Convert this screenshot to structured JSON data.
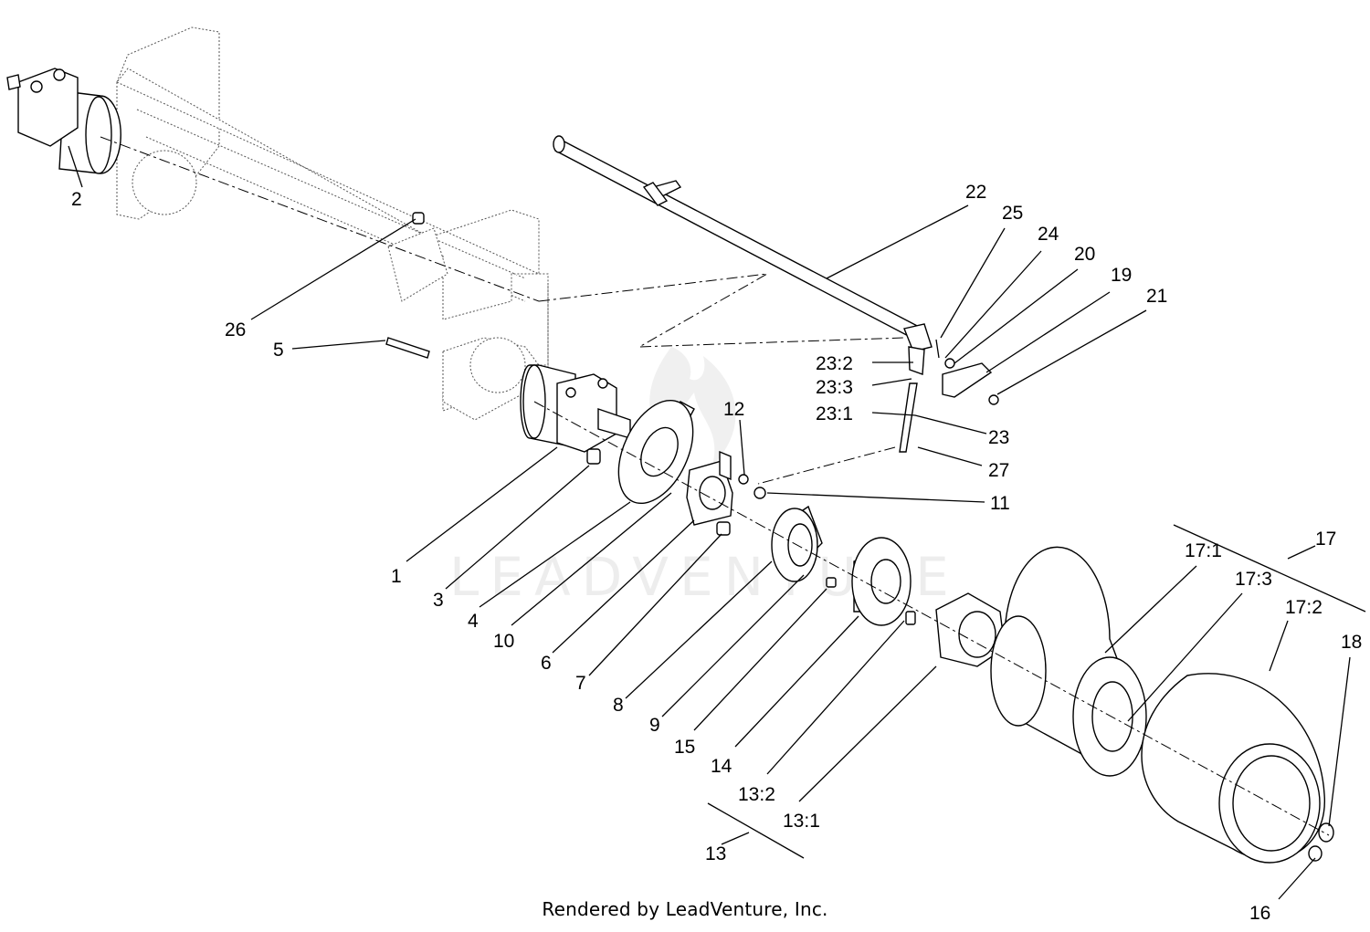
{
  "callouts": [
    {
      "id": "2",
      "label": "2"
    },
    {
      "id": "26",
      "label": "26"
    },
    {
      "id": "5",
      "label": "5"
    },
    {
      "id": "22",
      "label": "22"
    },
    {
      "id": "25",
      "label": "25"
    },
    {
      "id": "24",
      "label": "24"
    },
    {
      "id": "20",
      "label": "20"
    },
    {
      "id": "19",
      "label": "19"
    },
    {
      "id": "21",
      "label": "21"
    },
    {
      "id": "23-2",
      "label": "23:2"
    },
    {
      "id": "23-3",
      "label": "23:3"
    },
    {
      "id": "23-1",
      "label": "23:1"
    },
    {
      "id": "23",
      "label": "23"
    },
    {
      "id": "27",
      "label": "27"
    },
    {
      "id": "12",
      "label": "12"
    },
    {
      "id": "11",
      "label": "11"
    },
    {
      "id": "1",
      "label": "1"
    },
    {
      "id": "3",
      "label": "3"
    },
    {
      "id": "4",
      "label": "4"
    },
    {
      "id": "10",
      "label": "10"
    },
    {
      "id": "6",
      "label": "6"
    },
    {
      "id": "7",
      "label": "7"
    },
    {
      "id": "8",
      "label": "8"
    },
    {
      "id": "9",
      "label": "9"
    },
    {
      "id": "15",
      "label": "15"
    },
    {
      "id": "14",
      "label": "14"
    },
    {
      "id": "13-2",
      "label": "13:2"
    },
    {
      "id": "13-1",
      "label": "13:1"
    },
    {
      "id": "13",
      "label": "13"
    },
    {
      "id": "17",
      "label": "17"
    },
    {
      "id": "17-1",
      "label": "17:1"
    },
    {
      "id": "17-3",
      "label": "17:3"
    },
    {
      "id": "17-2",
      "label": "17:2"
    },
    {
      "id": "18",
      "label": "18"
    },
    {
      "id": "16",
      "label": "16"
    }
  ],
  "watermark": "LEADVENTURE",
  "footer": "Rendered by LeadVenture, Inc."
}
